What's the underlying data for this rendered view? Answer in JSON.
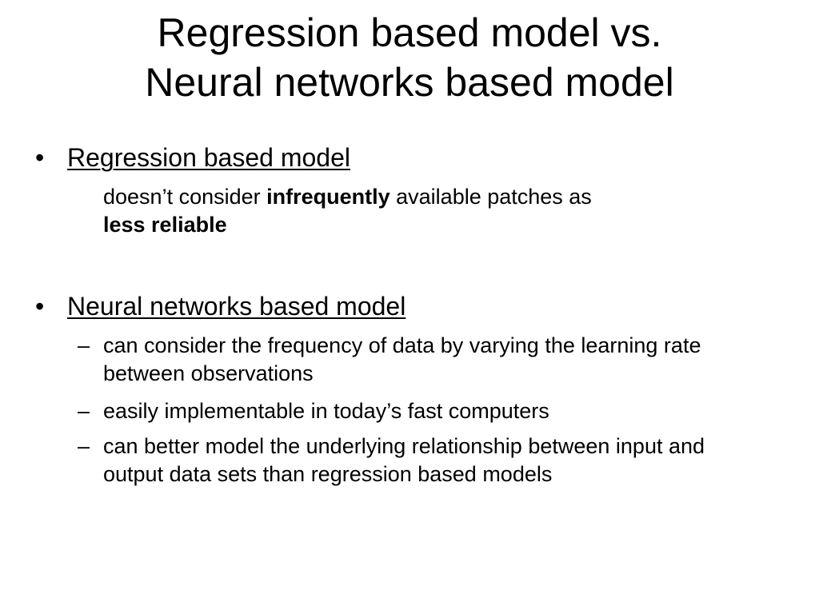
{
  "slide": {
    "title_line1": "Regression based model vs.",
    "title_line2": "Neural networks based model",
    "bullets": [
      {
        "marker": "•",
        "label": "Regression based model",
        "note_pre": "doesn’t consider ",
        "note_bold1": "infrequently",
        "note_mid": " available patches as",
        "note_bold2": "less reliable"
      },
      {
        "marker": "•",
        "label": "Neural networks based model",
        "items": [
          {
            "marker": "–",
            "text": "can consider the frequency of data by varying the learning rate between observations"
          },
          {
            "marker": "–",
            "text": "easily implementable in today’s fast computers"
          },
          {
            "marker": "–",
            "text": "can better model the underlying relationship between input and output data sets than regression based models"
          }
        ]
      }
    ]
  }
}
